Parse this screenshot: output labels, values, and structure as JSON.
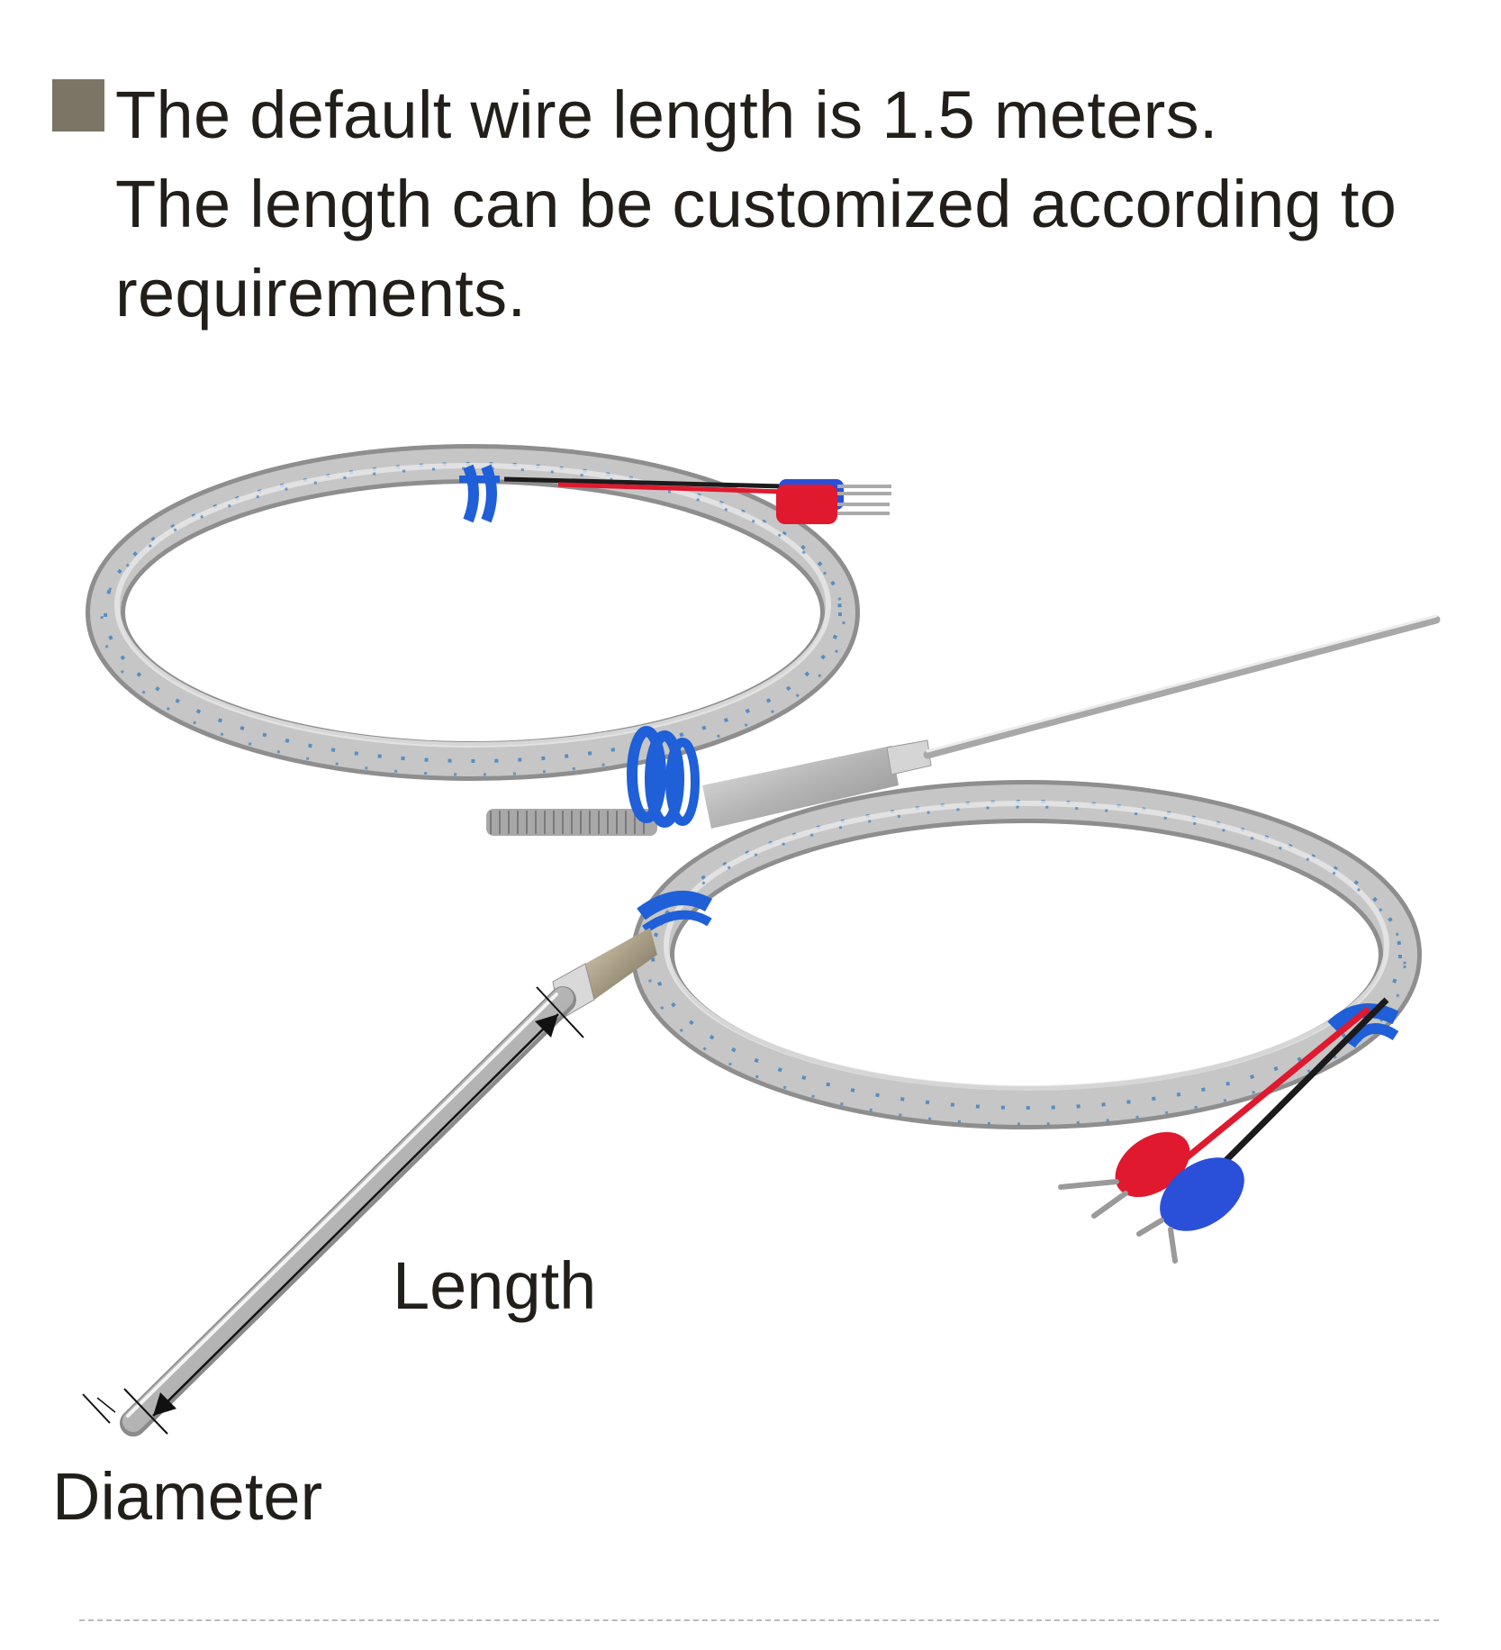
{
  "headline": {
    "line1": "The default wire length is 1.5 meters.",
    "line2": "The length can be customized according to",
    "line3": "requirements."
  },
  "photo": {
    "subject": "thermocouple-probes",
    "labels": {
      "length": "Length",
      "diameter": "Diameter"
    }
  },
  "colors": {
    "bullet": "#7c7566",
    "text": "#221e1a",
    "braid": "#bfbfbf",
    "braid_fleck": "#3a7fc0",
    "tie": "#1f5fd8",
    "terminal_red": "#e0192e",
    "terminal_blue": "#2a4fd8",
    "divider": "#b9b9b9"
  }
}
